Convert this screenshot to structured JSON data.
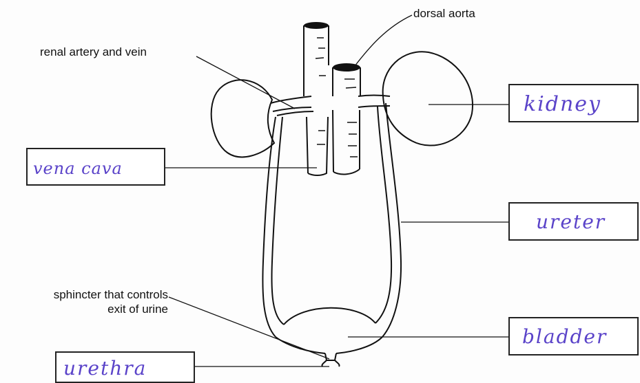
{
  "labels": {
    "dorsal_aorta": "dorsal aorta",
    "renal_artery_vein": "renal artery and vein",
    "sphincter_line1": "sphincter that controls",
    "sphincter_line2": "exit of urine"
  },
  "answers": {
    "kidney": "kidney",
    "vena_cava": "vena cava",
    "ureter": "ureter",
    "bladder": "bladder",
    "urethra": "urethra"
  },
  "colors": {
    "ink": "#111111",
    "handwriting": "#5a43c9"
  }
}
